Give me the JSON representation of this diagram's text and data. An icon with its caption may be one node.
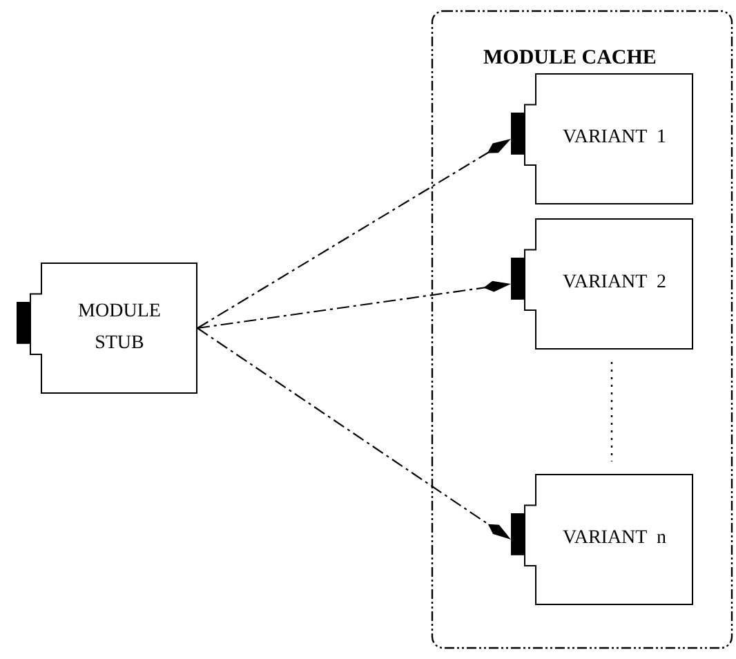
{
  "diagram": {
    "nodes": [
      {
        "text": [
          "MODULE CACHE"
        ]
      },
      {
        "text": [
          "MODULE STUB"
        ]
      },
      {
        "text": [
          "VARIANT  1"
        ],
        "in": 0
      },
      {
        "text": [
          "VARIANT  2"
        ],
        "in": 0
      },
      {
        "text": [
          "VARIANT  n"
        ],
        "in": 0
      }
    ],
    "edges": [
      {
        "from": 1,
        "to": 2,
        "arrow": "to"
      },
      {
        "from": 1,
        "to": 3,
        "arrow": "to"
      },
      {
        "from": 1,
        "to": 4,
        "arrow": "to"
      }
    ]
  }
}
